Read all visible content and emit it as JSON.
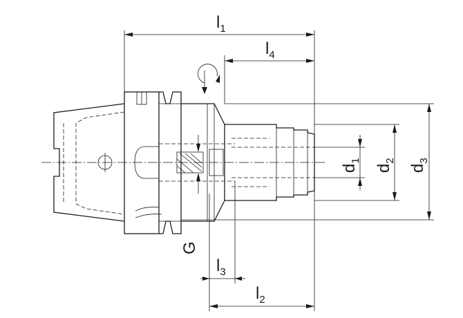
{
  "labels": {
    "l1": {
      "main": "l",
      "sub": "1"
    },
    "l2": {
      "main": "l",
      "sub": "2"
    },
    "l3": {
      "main": "l",
      "sub": "3"
    },
    "l4": {
      "main": "l",
      "sub": "4"
    },
    "d1": {
      "main": "d",
      "sub": "1"
    },
    "d2": {
      "main": "d",
      "sub": "2"
    },
    "d3": {
      "main": "d",
      "sub": "3"
    },
    "G": "G"
  },
  "colors": {
    "line": "#1a1a1a",
    "background": "#ffffff"
  }
}
